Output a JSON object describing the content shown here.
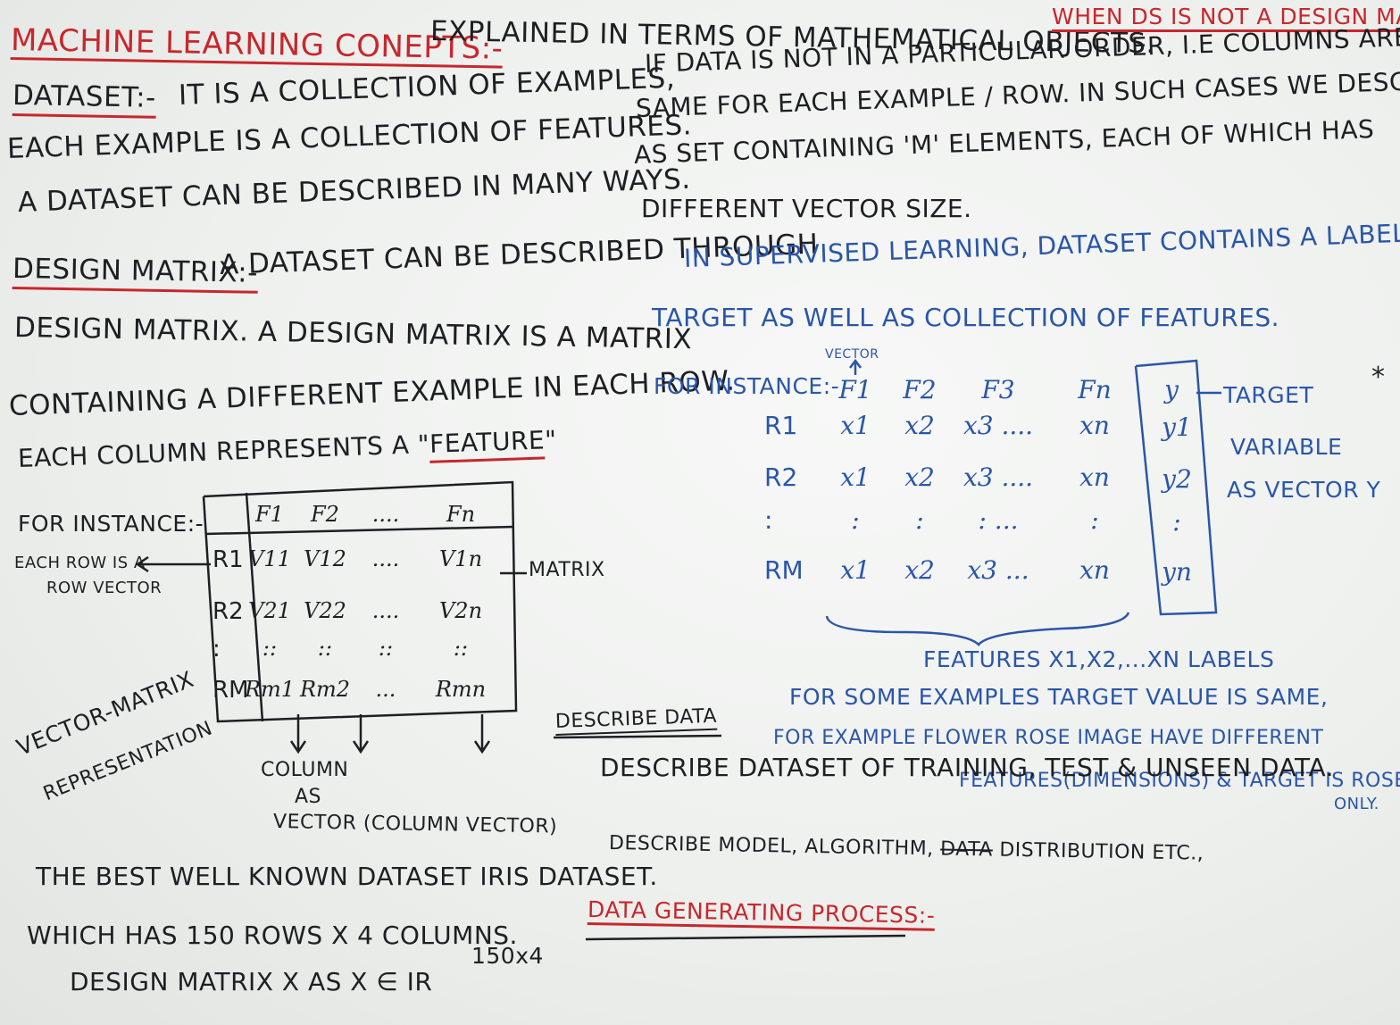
{
  "heading": {
    "title": "Machine Learning Conepts:-",
    "subtitle": "Explained In Terms Of Mathematical Objects."
  },
  "dataset": {
    "term": "DataSet:-",
    "line1": "It Is A Collection Of Examples,",
    "line2": "Each Example Is A Collection Of Features.",
    "line3": "A Dataset Can Be Described In Many Ways."
  },
  "not_matrix": {
    "title": "When Ds Is Not A Design Matrix",
    "line1": "If Data Is Not In A Particular Order, i.e Columns Are Not",
    "line2": "Same For Each Example / Row. In Such Cases We Describe",
    "line3": "As Set Containing 'm' Elements, Each Of Which Has",
    "line4": "Different Vector Size."
  },
  "design_matrix": {
    "term": "Design Matrix:-",
    "line1": "A Dataset Can Be Described Through",
    "line2": "Design Matrix. A Design Matrix Is A Matrix",
    "line3": "Containing A Different Example In Each Row.",
    "line4_prefix": "Each Column Represents A \"",
    "line4_word": "Feature",
    "line4_suffix": "\""
  },
  "matrix_example": {
    "for_instance": "For Instance:-",
    "row_note_1": "Each Row Is A",
    "row_note_2": "Row Vector",
    "matrix_label": "Matrix",
    "vm_line1": "Vector-Matrix",
    "vm_line2": "Representation",
    "col_note_1": "Column",
    "col_note_2": "As",
    "col_note_3": "Vector (Column Vector)",
    "headers": [
      "F1",
      "F2",
      "....",
      "Fn"
    ],
    "row_labels": [
      "R1",
      "R2",
      ":",
      "Rm"
    ],
    "rows": [
      [
        "V11",
        "V12",
        "....",
        "V1n"
      ],
      [
        "V21",
        "V22",
        "....",
        "V2n"
      ],
      [
        "::",
        "::",
        "::",
        "::"
      ],
      [
        "Rm1",
        "Rm2",
        "...",
        "Rmn"
      ]
    ]
  },
  "supervised": {
    "line1": "In Supervised Learning, DataSet Contains A Label (or)",
    "line2": "Target As Well As Collection Of Features.",
    "for_instance": "For Instance:-",
    "vector_note": "Vector",
    "headers": [
      "F1",
      "F2",
      "F3",
      "Fn"
    ],
    "y_header": "y",
    "row_labels": [
      "R1",
      "R2",
      ":",
      "Rm"
    ],
    "rows": [
      [
        "x1",
        "x2",
        "x3 ....",
        "xn"
      ],
      [
        "x1",
        "x2",
        "x3 ....",
        "xn"
      ],
      [
        ":",
        ":",
        ":  ...",
        ":"
      ],
      [
        "x1",
        "x2",
        "x3 ...",
        "xn"
      ]
    ],
    "y_values": [
      "y1",
      "y2",
      ":",
      "yn"
    ],
    "target_1": "Target",
    "target_2": "Variable",
    "target_3": "As Vector y",
    "star": "*",
    "features_label": "Features x1,x2,...xn Labels",
    "note1": "For Some Examples Target Value Is Same,",
    "note2": "For Example Flower Rose Image Have Different",
    "note3": "Features(Dimensions) & Target Is Rose",
    "note4": "Only."
  },
  "describe": {
    "title": "Describe Data",
    "line1": "Describe Dataset Of Training, Test & Unseen Data.",
    "line2_a": "Describe Model, Algorithm,",
    "line2_struck": "Data",
    "line2_b": "Distribution Etc.,"
  },
  "iris": {
    "line1": "The Best Well Known DataSet Iris DataSet.",
    "line2": "Which Has 150 Rows x 4 Columns.",
    "line3": "Design Matrix X As X ∈ IR",
    "superscript": "150x4"
  },
  "process": {
    "title": "Data Generating Process:-"
  },
  "colors": {
    "ink_black": "#1e1f22",
    "ink_red": "#c8272c",
    "ink_blue": "#2a56a8",
    "board": "#f3f4f3"
  }
}
